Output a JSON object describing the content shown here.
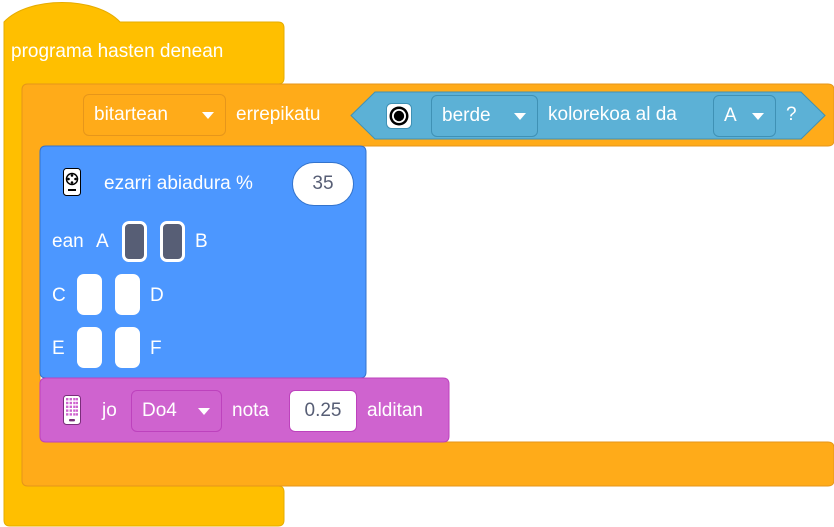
{
  "hat": {
    "label": "programa hasten denean",
    "color": "#ffbf00",
    "border": "#e6ac00"
  },
  "loop": {
    "color": "#ffab19",
    "border": "#e6961a",
    "mode_dropdown": "bitartean",
    "keyword": "errepikatu"
  },
  "condition": {
    "color": "#5cb1d6",
    "border": "#3f91b5",
    "sensor_icon": "color-sensor-icon",
    "color_dropdown": "berde",
    "text": "kolorekoa al da",
    "port_dropdown": "A",
    "question": "?"
  },
  "speed_block": {
    "color": "#4c97ff",
    "border": "#3373cc",
    "icon": "motor-pair-icon",
    "label": "ezarri abiadura %",
    "value": "35",
    "prefix": "ean",
    "ports": [
      "A",
      "B",
      "C",
      "D",
      "E",
      "F"
    ],
    "port_states": [
      true,
      true,
      false,
      false,
      false,
      false
    ]
  },
  "sound_block": {
    "color": "#cf63cf",
    "border": "#bd42bd",
    "icon": "light-matrix-icon",
    "label_jo": "jo",
    "note_dropdown": "Do4",
    "label_nota": "nota",
    "duration": "0.25",
    "label_alditan": "alditan"
  }
}
